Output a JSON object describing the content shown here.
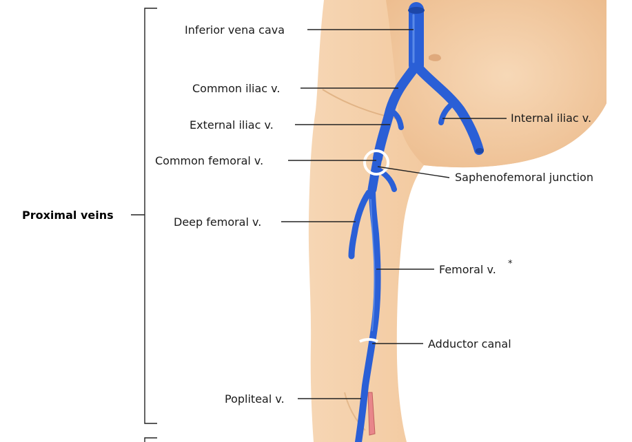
{
  "bracket": {
    "label": "Proximal veins"
  },
  "labels": {
    "inferior_vena_cava": "Inferior vena cava",
    "common_iliac": "Common iliac v.",
    "external_iliac": "External iliac v.",
    "internal_iliac": "Internal iliac v.",
    "common_femoral": "Common femoral v.",
    "saphenofemoral_junction": "Saphenofemoral junction",
    "deep_femoral": "Deep femoral v.",
    "femoral": "Femoral v.",
    "femoral_mark": "*",
    "adductor_canal": "Adductor canal",
    "popliteal": "Popliteal v."
  },
  "colors": {
    "vein": "#2a5fd6",
    "skin": "#f2c9a0",
    "artery": "#e8868a"
  }
}
